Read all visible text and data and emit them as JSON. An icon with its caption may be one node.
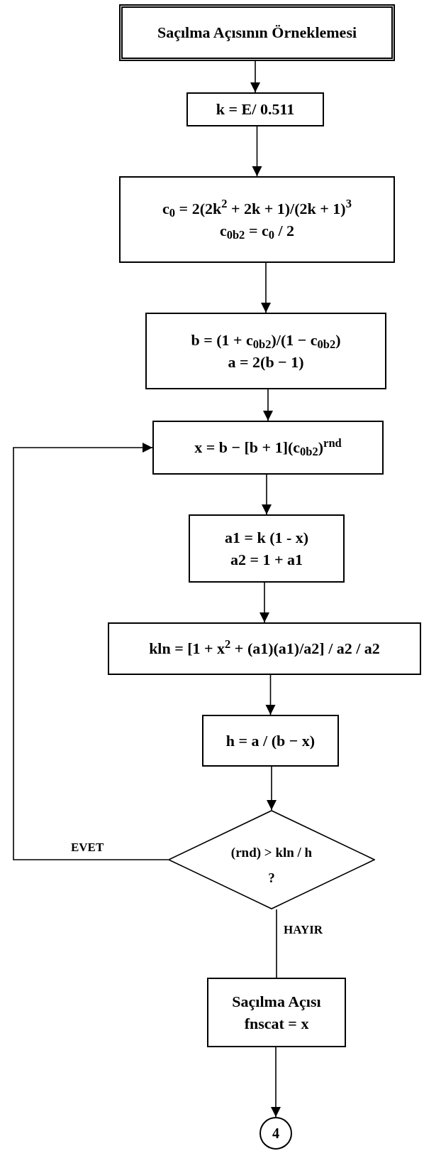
{
  "diagram": {
    "nodes": [
      {
        "text": [
          "Saçılma Açısının Örneklemesi"
        ]
      },
      {
        "text": [
          "k = E/ 0.511"
        ]
      },
      {
        "text": [
          "c$_{0}$ = 2(2k$^{2}$ + 2k + 1)/(2k + 1)$^{3}$",
          "c$_{0b2}$ = c$_{0}$ / 2"
        ]
      },
      {
        "text": [
          "b = (1 + c$_{0b2}$)/(1 − c$_{0b2}$)",
          "a = 2(b − 1)"
        ]
      },
      {
        "text": [
          "x = b − [b + 1](c$_{0b2}$)$^{rnd}$"
        ]
      },
      {
        "text": [
          "a1 = k (1 - x)",
          "a2 = 1 + a1"
        ]
      },
      {
        "text": [
          "kln = [1 + x$^{2}$ + (a1)(a1)/a2] / a2 / a2"
        ]
      },
      {
        "text": [
          "h = a / (b − x)"
        ]
      },
      {
        "text": [
          "(rnd) > kln / h",
          "?"
        ]
      },
      {
        "text": [
          "Saçılma Açısı",
          "fnscat = x"
        ]
      },
      {
        "text": [
          "4"
        ]
      }
    ],
    "edges": [
      {
        "from": 0,
        "to": 1,
        "arrow": "to"
      },
      {
        "from": 1,
        "to": 2,
        "arrow": "to"
      },
      {
        "from": 2,
        "to": 3,
        "arrow": "to"
      },
      {
        "from": 3,
        "to": 4,
        "arrow": "to"
      },
      {
        "from": 4,
        "to": 5,
        "arrow": "to"
      },
      {
        "from": 5,
        "to": 6,
        "arrow": "to"
      },
      {
        "from": 6,
        "to": 7,
        "arrow": "to"
      },
      {
        "from": 7,
        "to": 8,
        "arrow": "to"
      },
      {
        "from": 8,
        "to": 4,
        "arrow": "to",
        "label": "EVET"
      },
      {
        "from": 8,
        "to": 9,
        "arrow": "none",
        "label": "HAYIR"
      },
      {
        "from": 9,
        "to": 10,
        "arrow": "to"
      }
    ]
  }
}
